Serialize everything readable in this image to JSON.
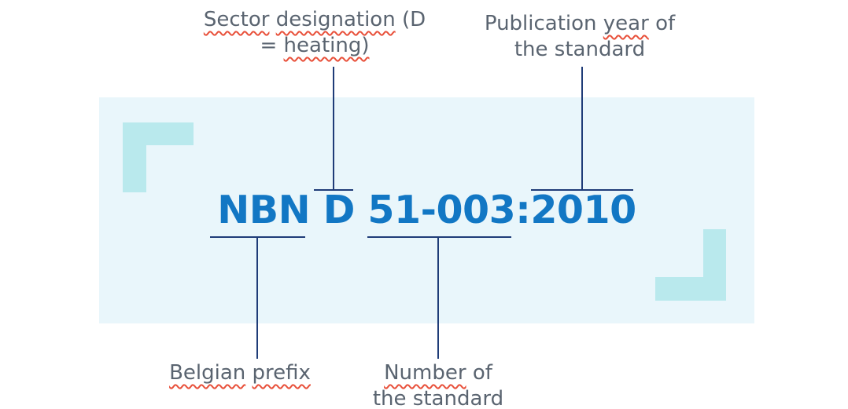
{
  "standard_code": "NBN D 51-003:2010",
  "labels": {
    "sector_designation": {
      "segments": [
        {
          "text": "Sector",
          "misspelled": true
        },
        {
          "text": " "
        },
        {
          "text": "designation",
          "misspelled": true
        },
        {
          "text": " (D\n= "
        },
        {
          "text": "heating)",
          "misspelled": true
        }
      ]
    },
    "publication_year": {
      "segments": [
        {
          "text": "Publication "
        },
        {
          "text": "year",
          "misspelled": true
        },
        {
          "text": " of\nthe standard"
        }
      ]
    },
    "belgian_prefix": {
      "segments": [
        {
          "text": "Belgian",
          "misspelled": true
        },
        {
          "text": " "
        },
        {
          "text": "prefix",
          "misspelled": true
        }
      ]
    },
    "standard_number": {
      "segments": [
        {
          "text": "Number",
          "misspelled": true
        },
        {
          "text": " of\nthe standard"
        }
      ]
    }
  },
  "colors": {
    "standard_code_text": "#1277c4",
    "panel_background": "#e9f6fb",
    "corner_accent": "#b9e9ed",
    "connector_line": "#1f3c78",
    "label_text": "#5a6470",
    "spellcheck_underline": "#e8503a"
  }
}
